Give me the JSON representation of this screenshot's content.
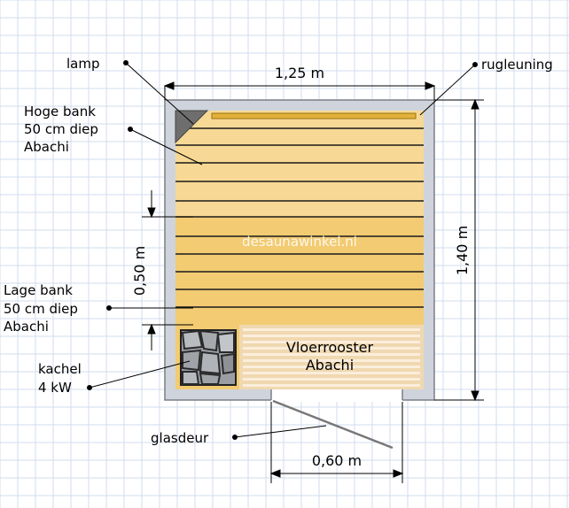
{
  "labels": {
    "lamp": "lamp",
    "rugleuning": "rugleuning",
    "hoge_bank": [
      "Hoge bank",
      "50 cm diep",
      "Abachi"
    ],
    "lage_bank": [
      "Lage bank",
      "50 cm diep",
      "Abachi"
    ],
    "kachel": [
      "kachel",
      "4 kW"
    ],
    "vloerrooster": [
      "Vloerrooster",
      "Abachi"
    ],
    "glasdeur": "glasdeur",
    "watermark": "desaunawinkel.nl"
  },
  "dimensions": {
    "width": "1,25 m",
    "depth": "1,40 m",
    "bench": "0,50 m",
    "door": "0,60 m"
  },
  "colors": {
    "grid": "#d2dcec",
    "wall": "#cfd4dc",
    "wall_stroke": "#7a7e86",
    "bench_high": "#f7d995",
    "bench_low": "#f2cb72",
    "plank_line": "#1a1a1a",
    "floor": "#f0d8b0",
    "floor_slat": "#fbeedc",
    "heater_frame": "#f2cb72",
    "heater_stone": "#8c8f94",
    "lamp": "#6e6e6e",
    "backrest": "#e3b13a"
  }
}
